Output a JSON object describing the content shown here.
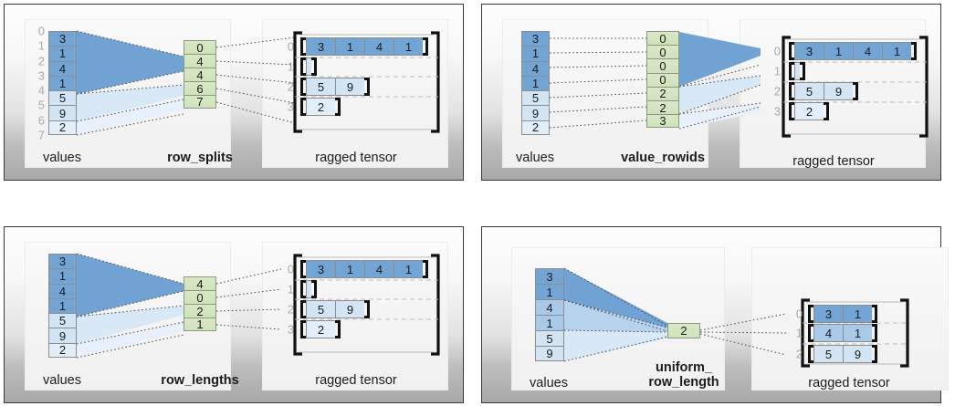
{
  "figure": {
    "panels": [
      {
        "id": "row-splits",
        "encoding_label": "row_splits",
        "values_label": "values",
        "tensor_label": "ragged tensor",
        "values": [
          {
            "value": "3",
            "shade": "dark"
          },
          {
            "value": "1",
            "shade": "dark"
          },
          {
            "value": "4",
            "shade": "dark"
          },
          {
            "value": "1",
            "shade": "dark"
          },
          {
            "value": "5",
            "shade": "light"
          },
          {
            "value": "9",
            "shade": "light"
          },
          {
            "value": "2",
            "shade": "lighter"
          }
        ],
        "values_gutter": [
          "0",
          "1",
          "2",
          "3",
          "4",
          "5",
          "6",
          "7"
        ],
        "encoding_values": [
          "0",
          "4",
          "4",
          "6",
          "7"
        ],
        "tensor_rows": [
          {
            "index": "0",
            "cells": [
              "3",
              "1",
              "4",
              "1"
            ],
            "shade": "dark"
          },
          {
            "index": "1",
            "cells": [],
            "shade": "light"
          },
          {
            "index": "2",
            "cells": [
              "5",
              "9"
            ],
            "shade": "light"
          },
          {
            "index": "3",
            "cells": [
              "2"
            ],
            "shade": "lighter"
          }
        ]
      },
      {
        "id": "value-rowids",
        "encoding_label": "value_rowids",
        "values_label": "values",
        "tensor_label": "ragged tensor",
        "values": [
          {
            "value": "3",
            "shade": "dark"
          },
          {
            "value": "1",
            "shade": "dark"
          },
          {
            "value": "4",
            "shade": "dark"
          },
          {
            "value": "1",
            "shade": "dark"
          },
          {
            "value": "5",
            "shade": "light"
          },
          {
            "value": "9",
            "shade": "light"
          },
          {
            "value": "2",
            "shade": "lighter"
          }
        ],
        "values_gutter": [],
        "encoding_values": [
          "0",
          "0",
          "0",
          "0",
          "2",
          "2",
          "3"
        ],
        "tensor_rows": [
          {
            "index": "0",
            "cells": [
              "3",
              "1",
              "4",
              "1"
            ],
            "shade": "dark"
          },
          {
            "index": "1",
            "cells": [],
            "shade": "light"
          },
          {
            "index": "2",
            "cells": [
              "5",
              "9"
            ],
            "shade": "light"
          },
          {
            "index": "3",
            "cells": [
              "2"
            ],
            "shade": "lighter"
          }
        ]
      },
      {
        "id": "row-lengths",
        "encoding_label": "row_lengths",
        "values_label": "values",
        "tensor_label": "ragged tensor",
        "values": [
          {
            "value": "3",
            "shade": "dark"
          },
          {
            "value": "1",
            "shade": "dark"
          },
          {
            "value": "4",
            "shade": "dark"
          },
          {
            "value": "1",
            "shade": "dark"
          },
          {
            "value": "5",
            "shade": "light"
          },
          {
            "value": "9",
            "shade": "light"
          },
          {
            "value": "2",
            "shade": "lighter"
          }
        ],
        "values_gutter": [],
        "encoding_values": [
          "4",
          "0",
          "2",
          "1"
        ],
        "tensor_rows": [
          {
            "index": "0",
            "cells": [
              "3",
              "1",
              "4",
              "1"
            ],
            "shade": "dark"
          },
          {
            "index": "1",
            "cells": [],
            "shade": "light"
          },
          {
            "index": "2",
            "cells": [
              "5",
              "9"
            ],
            "shade": "light"
          },
          {
            "index": "3",
            "cells": [
              "2"
            ],
            "shade": "lighter"
          }
        ]
      },
      {
        "id": "uniform-row-length",
        "encoding_label": "uniform_\nrow_length",
        "values_label": "values",
        "tensor_label": "ragged tensor",
        "values": [
          {
            "value": "3",
            "shade": "dark"
          },
          {
            "value": "1",
            "shade": "dark"
          },
          {
            "value": "4",
            "shade": "mid"
          },
          {
            "value": "1",
            "shade": "mid"
          },
          {
            "value": "5",
            "shade": "light"
          },
          {
            "value": "9",
            "shade": "light"
          }
        ],
        "values_gutter": [],
        "encoding_values": [
          "2"
        ],
        "tensor_rows": [
          {
            "index": "0",
            "cells": [
              "3",
              "1"
            ],
            "shade": "dark"
          },
          {
            "index": "1",
            "cells": [
              "4",
              "1"
            ],
            "shade": "mid"
          },
          {
            "index": "2",
            "cells": [
              "5",
              "9"
            ],
            "shade": "light"
          }
        ]
      }
    ],
    "colors": {
      "value_dark": "#72a5d4",
      "value_mid": "#a8c9e8",
      "value_light": "#d3e4f4",
      "value_lighter": "#e2eefa",
      "encoding_green": "#cfe2bb",
      "bracket": "#111111",
      "index_gray": "#a9a9a9",
      "panel_border": "#3a3a3a"
    }
  }
}
